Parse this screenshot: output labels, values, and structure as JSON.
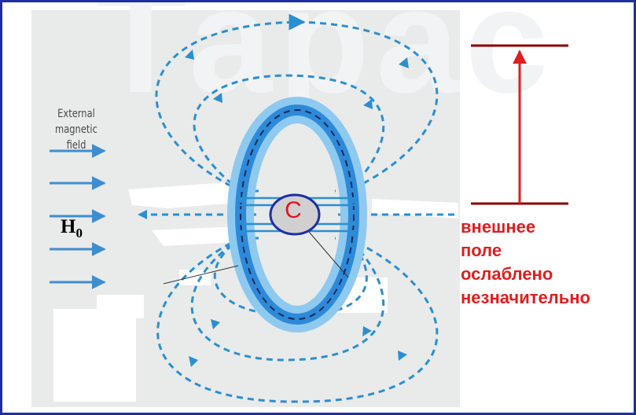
{
  "labels": {
    "external_field": [
      "External",
      "magnetic",
      "field"
    ],
    "h0_main": "H",
    "h0_sub": "0",
    "center": "C",
    "russian_note": [
      "внешнее",
      "поле",
      "ослаблено",
      "незначительно"
    ]
  },
  "colors": {
    "border": "#1d2fa3",
    "field_lines": "#2a8fd0",
    "ring_light": "#8ec9ef",
    "ring_core": "#2e8ad8",
    "center_fill": "#d0d0d0",
    "center_ring": "#1d2fa3",
    "russian_text": "#e01e1e",
    "measure_bar": "#8b0000",
    "measure_arrow": "#e01e1e"
  },
  "icons": [
    "external-field-arrow-icon",
    "up-arrow-icon"
  ]
}
